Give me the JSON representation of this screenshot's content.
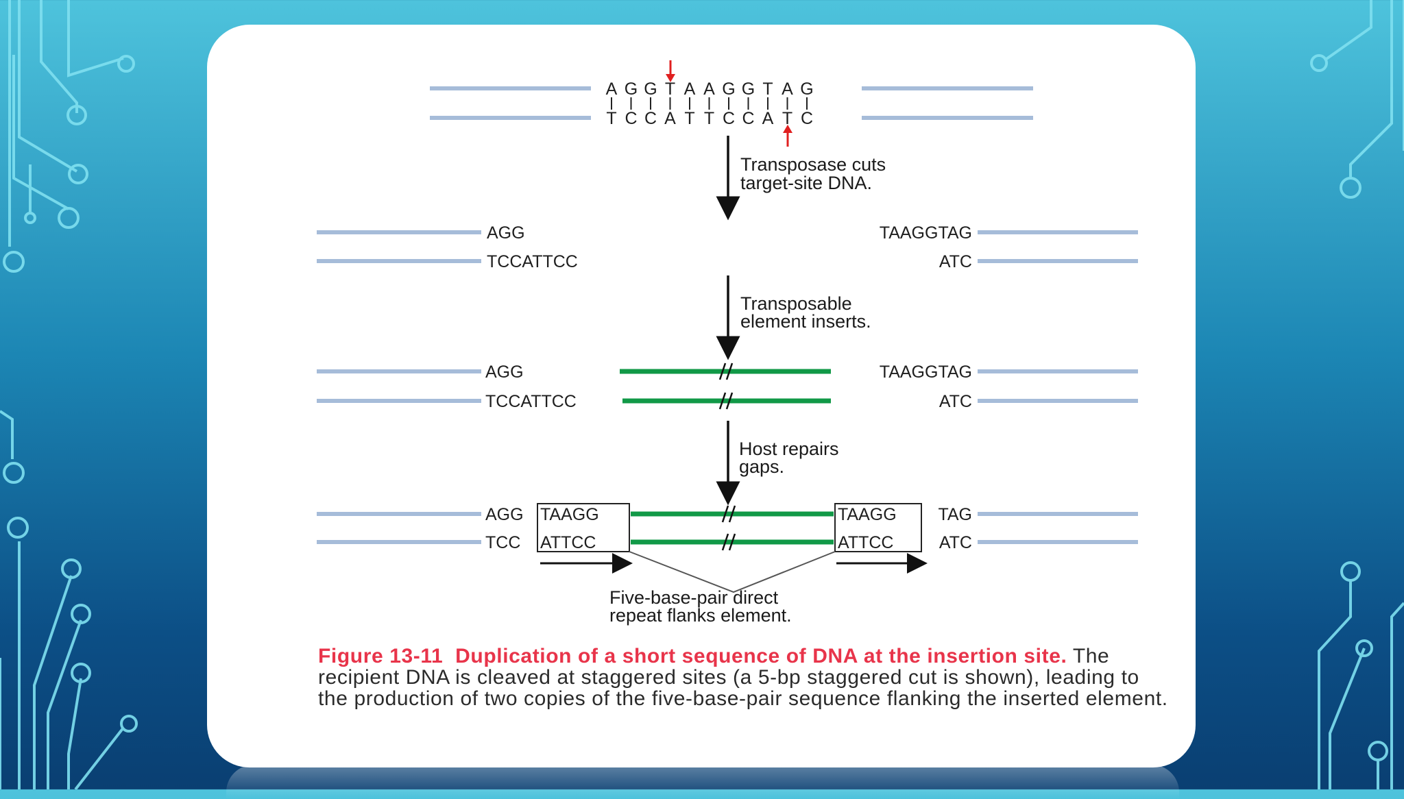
{
  "figure": {
    "target_top": [
      "A",
      "G",
      "G",
      "T",
      "A",
      "A",
      "G",
      "G",
      "T",
      "A",
      "G"
    ],
    "target_bottom": [
      "T",
      "C",
      "C",
      "A",
      "T",
      "T",
      "C",
      "C",
      "A",
      "T",
      "C"
    ],
    "step1": [
      "Transposase cuts",
      "target-site DNA."
    ],
    "step2": [
      "Transposable",
      "element inserts."
    ],
    "step3": [
      "Host repairs",
      "gaps."
    ],
    "cut": {
      "left_top": "AGG",
      "left_bottom": "TCCATTCC",
      "right_top": "TAAGGTAG",
      "right_bottom": "ATC"
    },
    "repaired": {
      "left_top_a": "AGG",
      "left_top_box": "TAAGG",
      "left_bottom_a": "TCC",
      "left_bottom_box": "ATTCC",
      "right_top_box": "TAAGG",
      "right_top_b": "TAG",
      "right_bottom_box": "ATTCC",
      "right_bottom_b": "ATC"
    },
    "repeat_label": [
      "Five-base-pair direct",
      "repeat flanks element."
    ]
  },
  "caption": {
    "figure_number": "Figure 13-11",
    "title": "Duplication of a short sequence of DNA at the insertion site.",
    "body": "The recipient DNA is cleaved at staggered sites (a 5-bp staggered cut is shown), leading to the production of two copies of the five-base-pair sequence flanking the inserted element."
  },
  "colors": {
    "host_dna": "#a6bcd9",
    "element": "#119947",
    "cut_arrow": "#e02020",
    "caption_red": "#e8344a"
  }
}
